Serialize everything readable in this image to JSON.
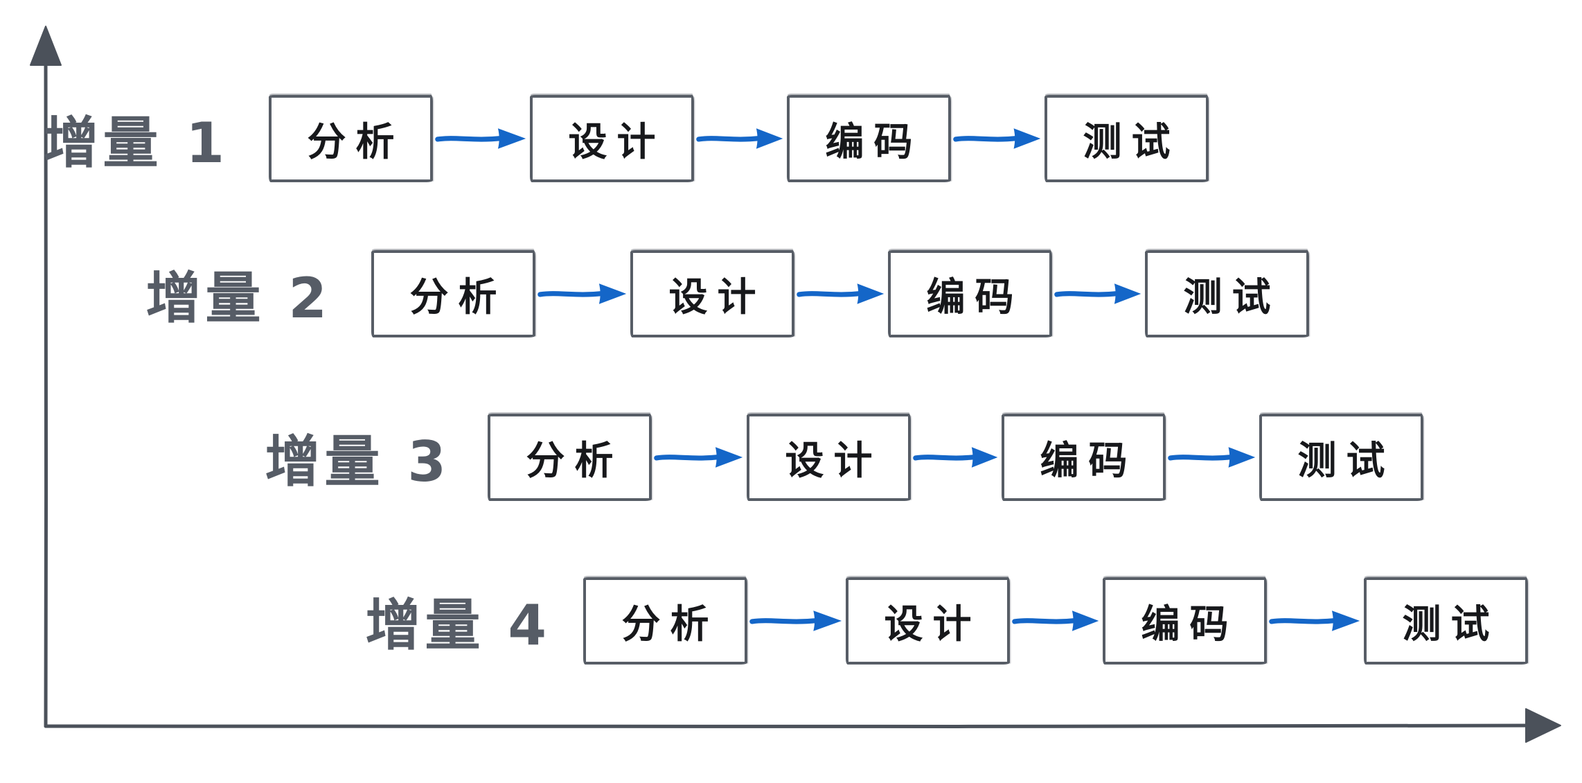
{
  "rows": [
    {
      "label": "增量 1",
      "stages": [
        "分析",
        "设计",
        "编码",
        "测试"
      ]
    },
    {
      "label": "增量 2",
      "stages": [
        "分析",
        "设计",
        "编码",
        "测试"
      ]
    },
    {
      "label": "增量 3",
      "stages": [
        "分析",
        "设计",
        "编码",
        "测试"
      ]
    },
    {
      "label": "增量 4",
      "stages": [
        "分析",
        "设计",
        "编码",
        "测试"
      ]
    }
  ],
  "icons": {
    "flow_arrow": "→",
    "y_axis_arrow": "▲",
    "x_axis_arrow": "▶"
  },
  "colors": {
    "background": "#ffffff",
    "axis": "#4b515a",
    "box_border": "#575d66",
    "box_text": "#17181b",
    "label_text": "#565c66",
    "arrow": "#1466c8"
  }
}
